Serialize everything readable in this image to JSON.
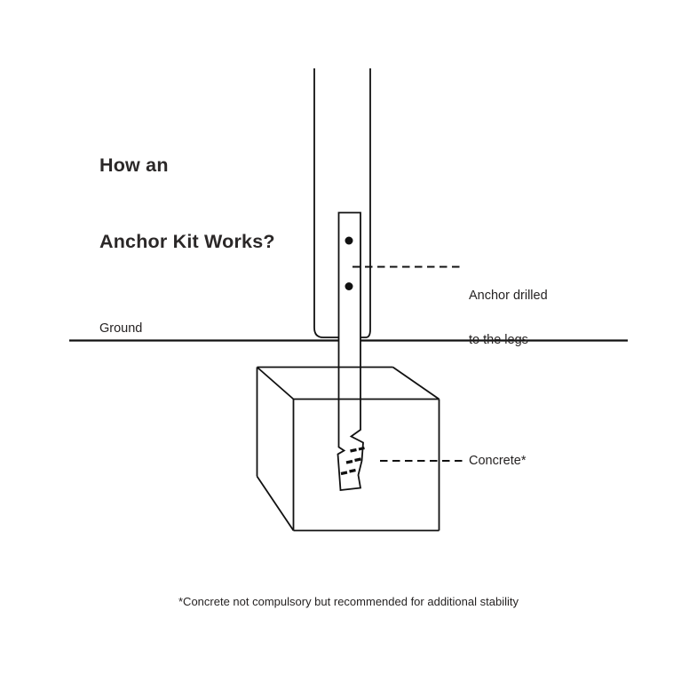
{
  "title": {
    "line1": "How an",
    "line2": "Anchor Kit Works?"
  },
  "diagram": {
    "ground_label": "Ground",
    "anchor_callout": {
      "line1": "Anchor drilled",
      "line2": "to the legs"
    },
    "concrete_callout": "Concrete*",
    "parts": [
      "leg-post",
      "anchor-plate",
      "drill-holes",
      "ground-line",
      "concrete-block"
    ]
  },
  "footnote": "*Concrete not compulsory but recommended for additional stability",
  "colors": {
    "ink": "#262323",
    "line": "#111111",
    "background": "#ffffff"
  }
}
